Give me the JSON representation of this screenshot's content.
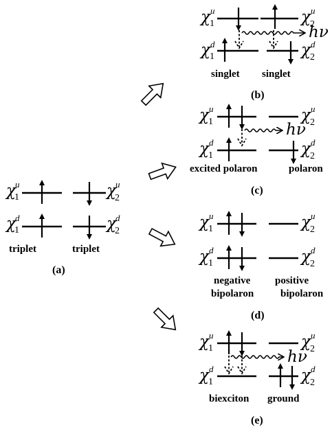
{
  "symbols": {
    "chi": "χ",
    "sub1": "1",
    "sub2": "2",
    "sup_up": "u",
    "sup_down": "d",
    "emission": "hν"
  },
  "panels": {
    "a": {
      "caption": "(a)",
      "label_left": "triplet",
      "label_right": "triplet"
    },
    "b": {
      "caption": "(b)",
      "label_left": "singlet",
      "label_right": "singlet"
    },
    "c": {
      "caption": "(c)",
      "label_left": "excited polaron",
      "label_right": "polaron"
    },
    "d": {
      "caption": "(d)",
      "label_left_1": "negative",
      "label_left_2": "bipolaron",
      "label_right_1": "positive",
      "label_right_2": "bipolaron"
    },
    "e": {
      "caption": "(e)",
      "label_left": "biexciton",
      "label_right": "ground"
    }
  }
}
